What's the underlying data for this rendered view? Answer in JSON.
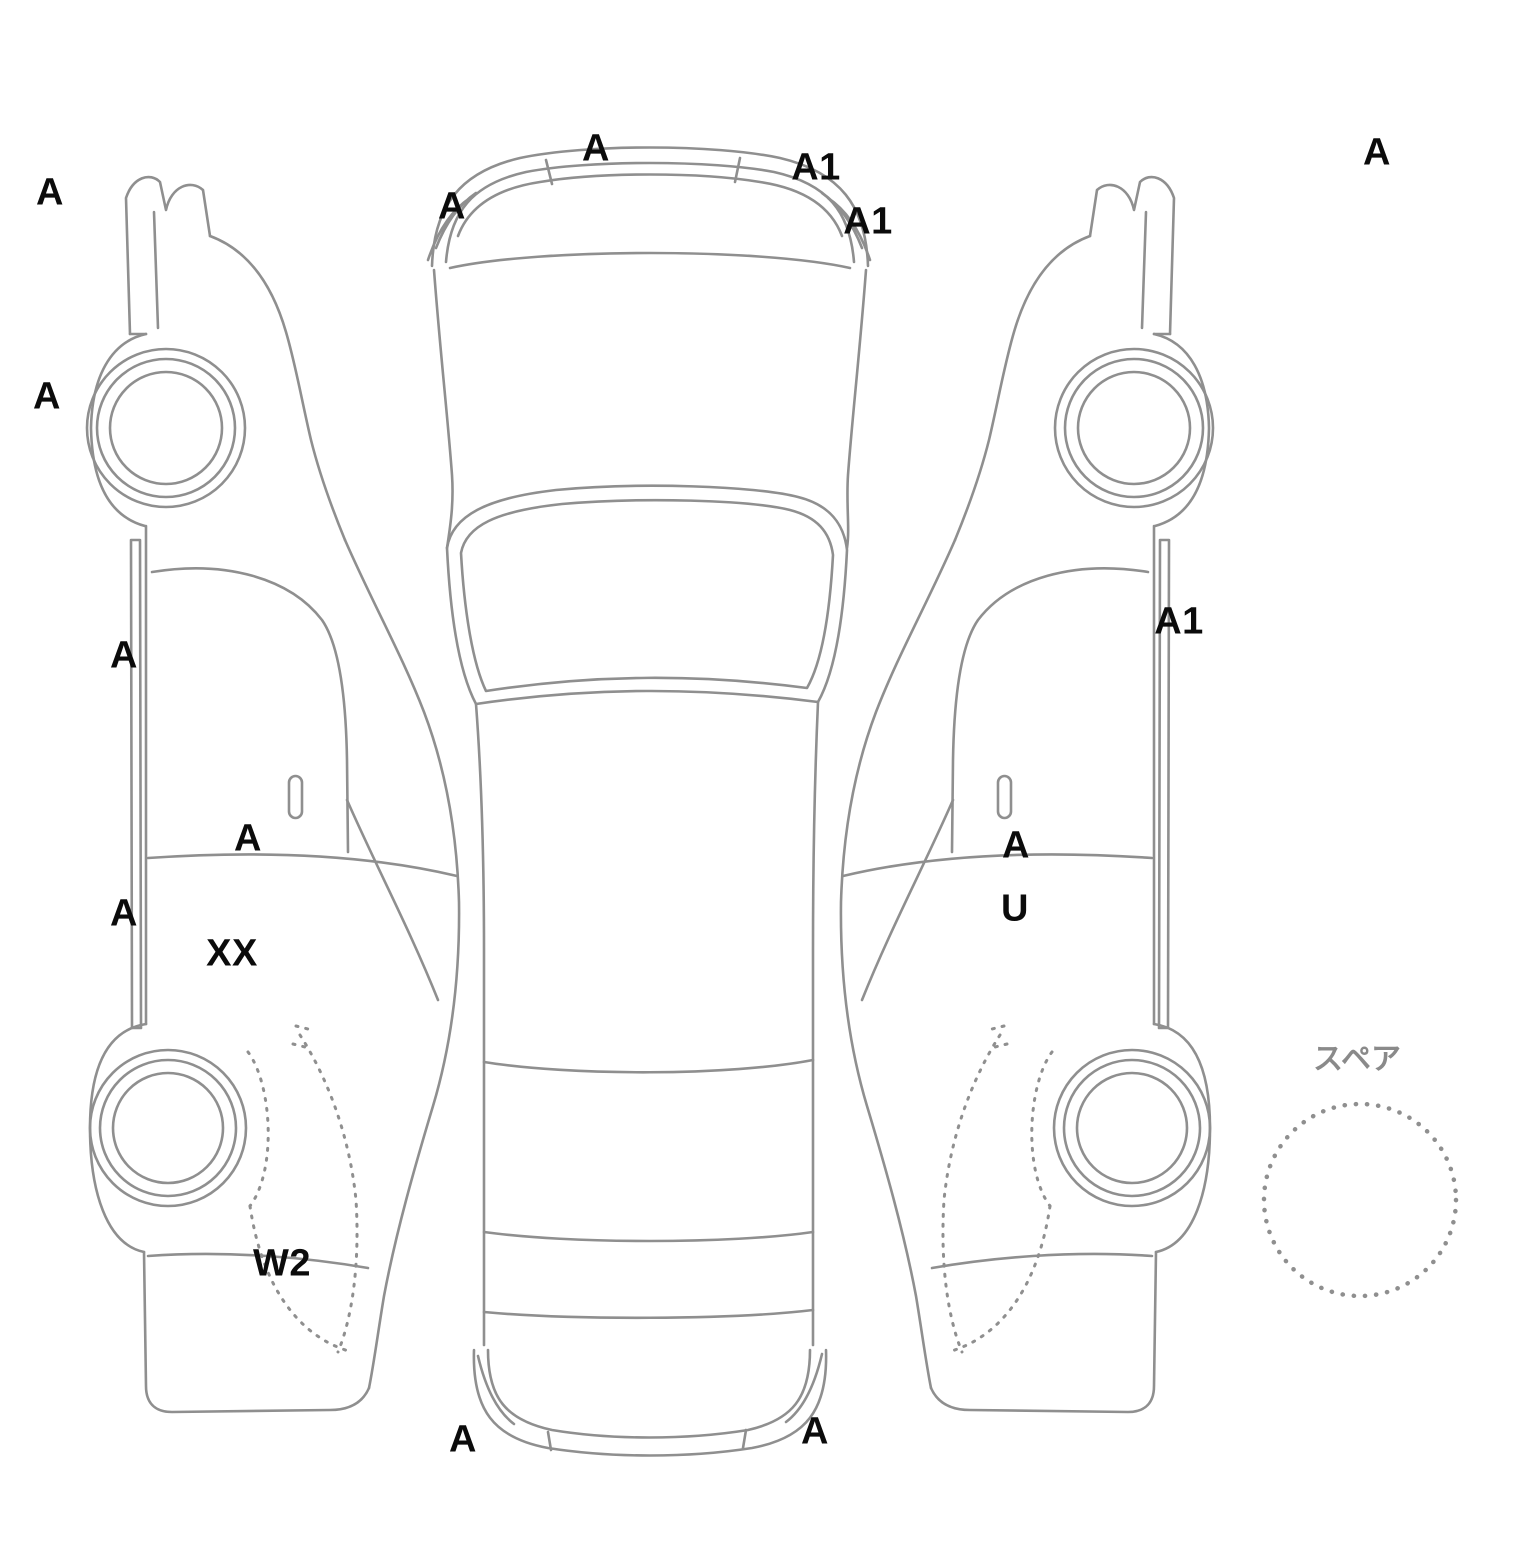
{
  "colors": {
    "line": "#8f8f8f",
    "label": "#0b0b0b",
    "spare_text": "#8a8a8a",
    "background": "#ffffff"
  },
  "spare": {
    "label": "スペア"
  },
  "damage_labels": [
    {
      "area": "left-front-pillar",
      "text": "A"
    },
    {
      "area": "front-bumper-center",
      "text": "A"
    },
    {
      "area": "front-bumper-left",
      "text": "A"
    },
    {
      "area": "front-bumper-right",
      "text": "A1"
    },
    {
      "area": "front-right-corner",
      "text": "A1"
    },
    {
      "area": "right-front-area",
      "text": "A"
    },
    {
      "area": "left-front-wheel",
      "text": "A"
    },
    {
      "area": "left-rocker-front",
      "text": "A"
    },
    {
      "area": "left-front-door",
      "text": "A"
    },
    {
      "area": "left-rocker-rear",
      "text": "A"
    },
    {
      "area": "left-rear-door",
      "text": "XX"
    },
    {
      "area": "left-rear-quarter",
      "text": "W2"
    },
    {
      "area": "right-rocker",
      "text": "A1"
    },
    {
      "area": "right-front-door",
      "text": "A"
    },
    {
      "area": "right-door-lower",
      "text": "U"
    },
    {
      "area": "rear-bumper-left",
      "text": "A"
    },
    {
      "area": "rear-bumper-right",
      "text": "A"
    }
  ]
}
